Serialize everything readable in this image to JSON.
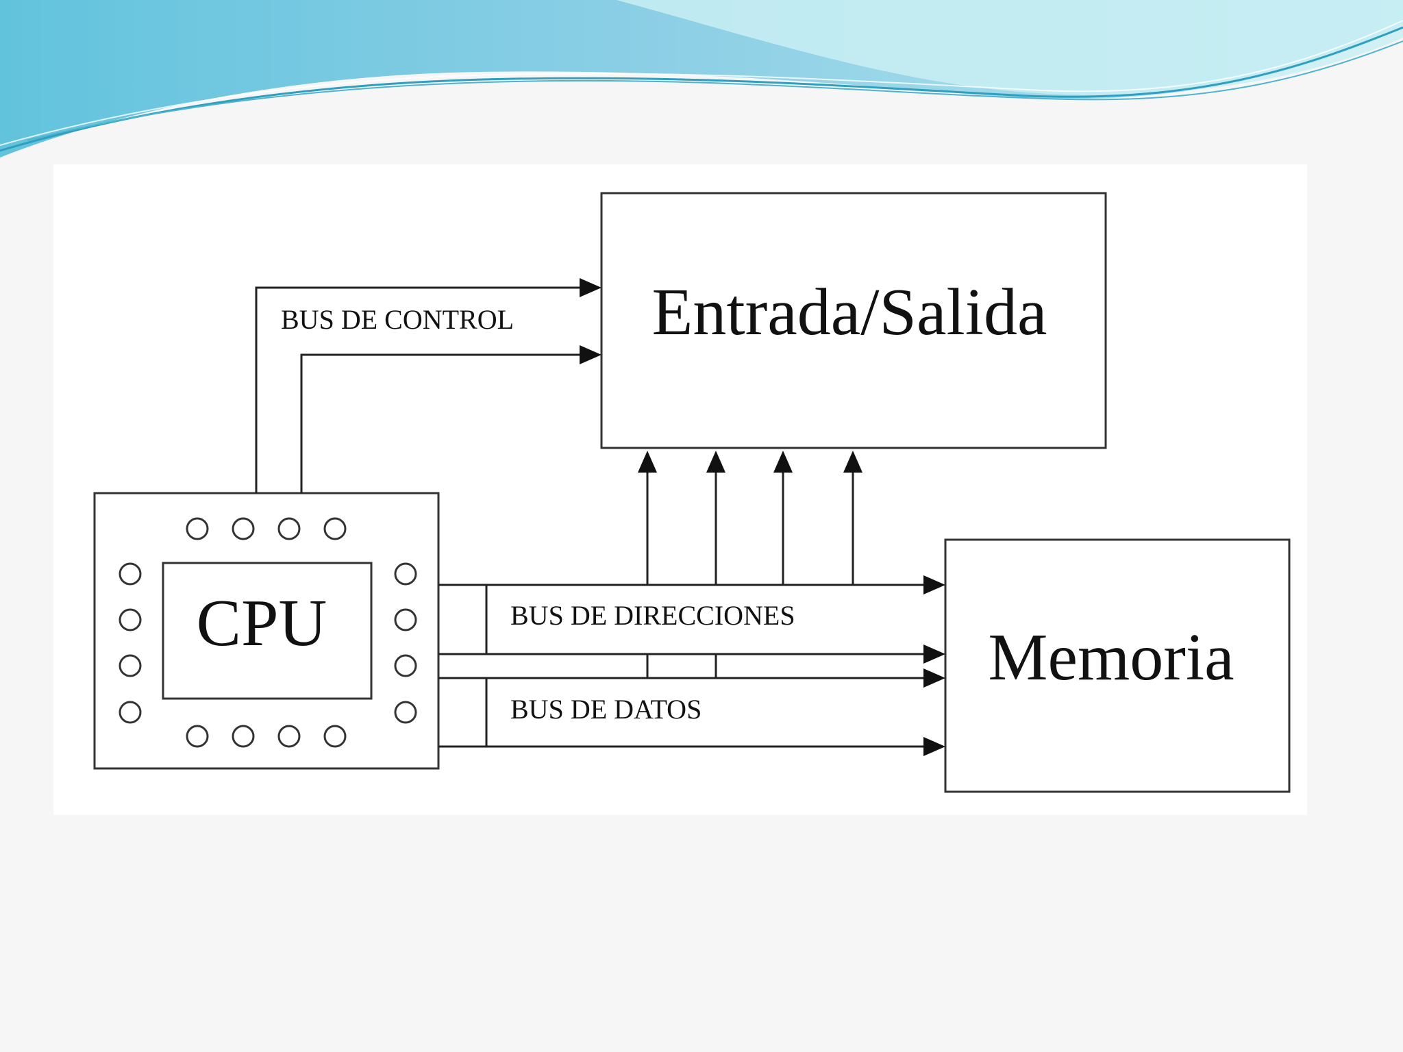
{
  "diagram": {
    "io_label": "Entrada/Salida",
    "cpu_label": "CPU",
    "memory_label": "Memoria",
    "control_bus_label": "BUS DE CONTROL",
    "address_bus_label": "BUS DE DIRECCIONES",
    "data_bus_label": "BUS DE DATOS"
  },
  "colors": {
    "wave_light": "#a8dfe9",
    "wave_mid": "#6cc4dc",
    "wave_dark": "#3aa7c9",
    "line": "#222222"
  }
}
